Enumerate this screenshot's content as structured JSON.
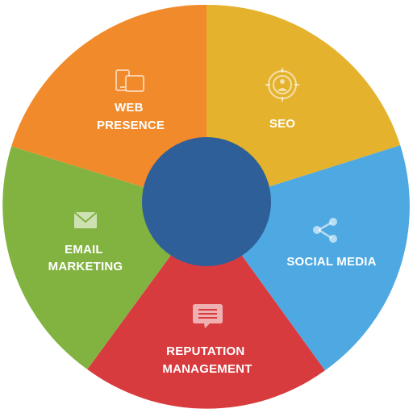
{
  "diagram": {
    "segments": [
      {
        "id": "seo",
        "lines": [
          "SEO"
        ],
        "color": "#e4b22c",
        "icon": "target-person-icon"
      },
      {
        "id": "social-media",
        "lines": [
          "SOCIAL MEDIA"
        ],
        "color": "#4ea9e2",
        "icon": "share-icon"
      },
      {
        "id": "reputation-management",
        "lines": [
          "REPUTATION",
          "MANAGEMENT"
        ],
        "color": "#d83b3e",
        "icon": "speech-bubble-icon"
      },
      {
        "id": "email-marketing",
        "lines": [
          "EMAIL",
          "MARKETING"
        ],
        "color": "#82b341",
        "icon": "envelope-icon"
      },
      {
        "id": "web-presence",
        "lines": [
          "WEB",
          "PRESENCE"
        ],
        "color": "#f18a2a",
        "icon": "devices-icon"
      }
    ],
    "center_color": "#2f5f98"
  }
}
